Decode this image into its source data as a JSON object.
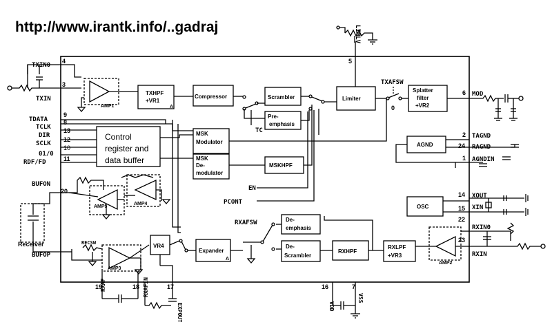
{
  "watermark": {
    "url": "http://www.irantk.info/..gadraj"
  },
  "pins": {
    "txin0": "TXIN0",
    "txin": "TXIN",
    "tdata": "TDATA",
    "tclk": "TCLK",
    "dir": "DIR",
    "sclk": "SCLK",
    "io": "01/0",
    "rdf_fd": "RDF/FD",
    "bufon": "BUFON",
    "bufop": "BUFOP",
    "receiver": "Receiver",
    "limlv": "LIMLV",
    "txafsw": "TXAFSW",
    "mod": "MOD",
    "tagnd": "TAGND",
    "ragnd": "RAGND",
    "agndin": "AGNDIN",
    "xout": "XOUT",
    "xin": "XIN",
    "rxin0": "RXIN0",
    "rxin": "RXIN",
    "en": "EN",
    "pcont": "PCONT",
    "rxafsw": "RXAFSW",
    "recsw": "RECSW",
    "tc": "TC",
    "rxaf": "RXAF",
    "rxafin": "RXAFIN",
    "expout": "EXPOUT",
    "vdd": "VDD",
    "vss": "VSS",
    "a": "A"
  },
  "pin_numbers": {
    "n4": "4",
    "n3": "3",
    "n9": "9",
    "n8": "8",
    "n13": "13",
    "n12": "12",
    "n10": "10",
    "n11": "11",
    "n20": "20",
    "n5": "5",
    "n6": "6",
    "n2": "2",
    "n24": "24",
    "n1": "1",
    "n14": "14",
    "n15": "15",
    "n22": "22",
    "n23": "23",
    "n19": "19",
    "n18": "18",
    "n17": "17",
    "n16": "16",
    "n7": "7",
    "n0": "0"
  },
  "blocks": {
    "txhpf": [
      "TXHPF",
      "+VR1"
    ],
    "compressor": "Compressor",
    "scrambler": "Scrambler",
    "preemphasis": [
      "Pre-",
      "emphasis"
    ],
    "limiter": "Limiter",
    "splatter": [
      "Splatter",
      "filter",
      "+VR2"
    ],
    "control": [
      "Control",
      "register and",
      "data buffer"
    ],
    "msk_mod": [
      "MSK",
      "Modulator"
    ],
    "msk_demod": [
      "MSK",
      "De-",
      "modulator"
    ],
    "mskhpf": "MSKHPF",
    "agnd": "AGND",
    "osc": "OSC",
    "deemphasis": [
      "De-",
      "emphasis"
    ],
    "descrambler": [
      "De-",
      "Scrambler"
    ],
    "rxhpf": "RXHPF",
    "rxlpf": [
      "RXLPF",
      "+VR3"
    ],
    "expander": "Expander",
    "vr4": "VR4"
  },
  "amps": {
    "amp1": "AMP1",
    "amp2": "AMP2",
    "amp3": "AMP3",
    "amp4": "AMP4",
    "amp5": "AMP5"
  }
}
